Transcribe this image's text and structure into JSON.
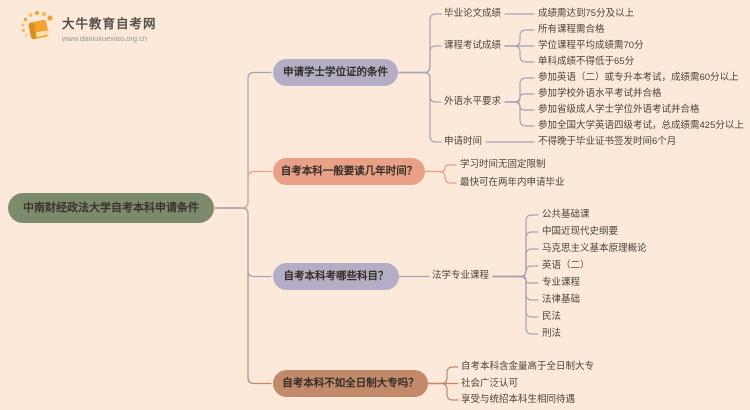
{
  "canvas": {
    "bg": "#fce9d9"
  },
  "logo": {
    "title": "大牛教育自考网",
    "url": "www.daniuxuexiao.org.cn",
    "icon": "book-sunburst-icon",
    "accent": "#f2a233"
  },
  "root": {
    "label": "中南财经政法大学自考本科申请条件",
    "bg": "#7d8b6d",
    "text_color": "#3a342a"
  },
  "branches": [
    {
      "label": "申请学士学位证的条件",
      "bg": "#b3adc5",
      "line_color": "#a8a2b6",
      "groups": [
        {
          "label": "毕业论文成绩",
          "children": [
            "成绩需达到75分及以上"
          ]
        },
        {
          "label": "课程考试成绩",
          "children": [
            "所有课程需合格",
            "学位课程平均成绩需70分",
            "单科成绩不得低于65分"
          ]
        },
        {
          "label": "外语水平要求",
          "children": [
            "参加英语（二）或专升本考试，成绩需60分以上",
            "参加学校外语水平考试并合格",
            "参加省级成人学士学位外语考试并合格",
            "参加全国大学英语四级考试，总成绩需425分以上"
          ]
        },
        {
          "label": "申请时间",
          "children": [
            "不得晚于毕业证书签发时间6个月"
          ]
        }
      ]
    },
    {
      "label": "自考本科一般要读几年时间？",
      "bg": "#e8a087",
      "line_color": "#e79f85",
      "children": [
        "学习时间无固定限制",
        "最快可在两年内申请毕业"
      ]
    },
    {
      "label": "自考本科考哪些科目？",
      "bg": "#b3adc5",
      "line_color": "#a8a2b6",
      "groups": [
        {
          "label": "法学专业课程",
          "children": [
            "公共基础课",
            "中国近现代史纲要",
            "马克思主义基本原理概论",
            "英语（二）",
            "专业课程",
            "法律基础",
            "民法",
            "刑法"
          ]
        }
      ]
    },
    {
      "label": "自考本科不如全日制大专吗？",
      "bg": "#c2896b",
      "line_color": "#c2896b",
      "children": [
        "自考本科含金量高于全日制大专",
        "社会广泛认可",
        "享受与统招本科生相同待遇"
      ]
    }
  ]
}
